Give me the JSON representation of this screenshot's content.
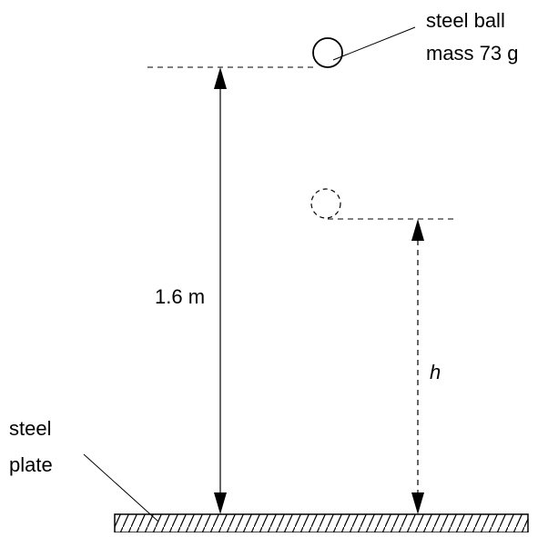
{
  "labels": {
    "ball_line1": "steel ball",
    "ball_line2": "mass 73 g",
    "drop_height": "1.6 m",
    "rebound_height": "h",
    "plate_line1": "steel",
    "plate_line2": "plate"
  },
  "colors": {
    "stroke": "#000000",
    "background": "#ffffff"
  }
}
